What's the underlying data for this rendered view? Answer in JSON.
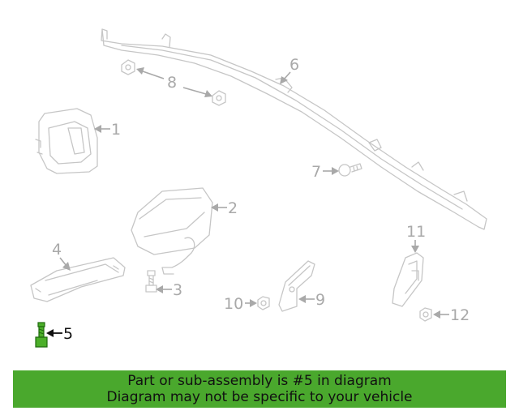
{
  "callouts": {
    "c1": "1",
    "c2": "2",
    "c3": "3",
    "c4": "4",
    "c5": "5",
    "c6": "6",
    "c7": "7",
    "c8": "8",
    "c9": "9",
    "c10": "10",
    "c11": "11",
    "c12": "12"
  },
  "highlighted_part": "5",
  "colors": {
    "highlight": "#4caf2a",
    "banner": "#4aa82d",
    "part_outline": "#c6c6c6",
    "callout": "#a9a9a9"
  },
  "banner": {
    "line1": "Part or sub-assembly is #5 in diagram",
    "line2": "Diagram may not be specific to your vehicle"
  }
}
